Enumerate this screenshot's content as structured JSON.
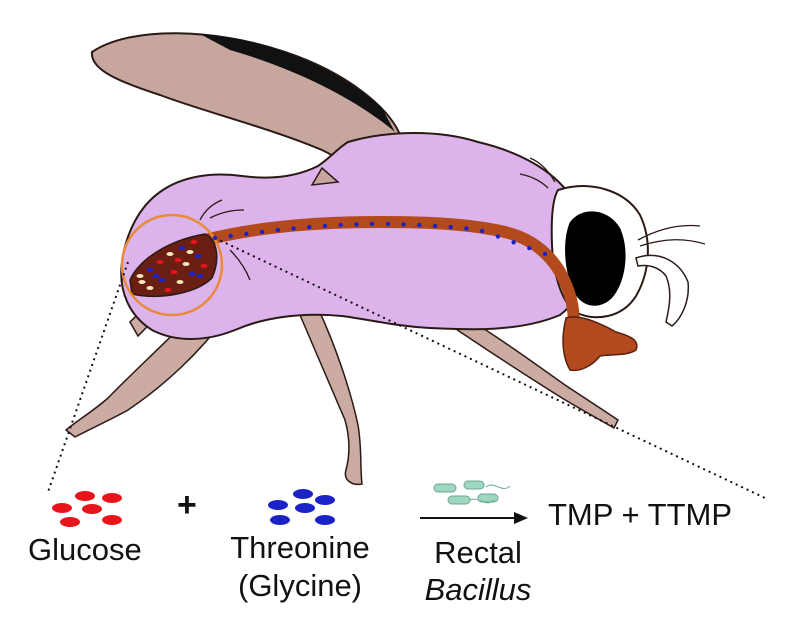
{
  "colors": {
    "body": "#ddb3ec",
    "wing": "#c7a69e",
    "legs": "#cbaba2",
    "gut": "#b24a1e",
    "eye": "#000000",
    "glucose": "#e8141b",
    "threonine": "#1a22c8",
    "bacteria": "#8fcfb3",
    "zoom_circle": "#e88a3a"
  },
  "icons": [
    "glucose-dots-icon",
    "threonine-dots-icon",
    "bacillus-cells-icon",
    "reaction-arrow-icon"
  ],
  "labels": {
    "glucose": "Glucose",
    "plus1": "+",
    "threonine": "Threonine",
    "glycine": "(Glycine)",
    "rectal": "Rectal",
    "bacillus": "Bacillus",
    "products": "TMP + TTMP"
  }
}
